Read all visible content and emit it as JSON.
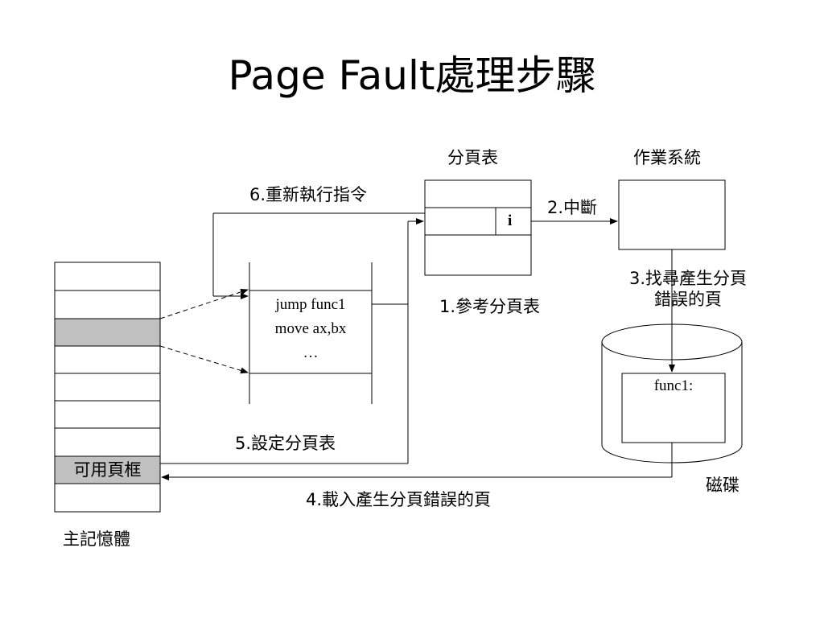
{
  "title": "Page Fault處理步驟",
  "memory": {
    "label": "主記憶體",
    "free_frame_label": "可用頁框"
  },
  "page_table": {
    "label": "分頁表",
    "bit": "i"
  },
  "os": {
    "label": "作業系統"
  },
  "disk": {
    "label": "磁碟",
    "content": "func1:"
  },
  "program": {
    "lines": [
      "jump func1",
      "move ax,bx",
      "…"
    ]
  },
  "steps": {
    "s1": "1.參考分頁表",
    "s2": "2.中斷",
    "s3_line1": "3.找尋產生分頁",
    "s3_line2": "錯誤的頁",
    "s4": "4.載入產生分頁錯誤的頁",
    "s5": "5.設定分頁表",
    "s6": "6.重新執行指令"
  },
  "colors": {
    "highlight_fill": "#c0c0c0",
    "line": "#000000"
  }
}
